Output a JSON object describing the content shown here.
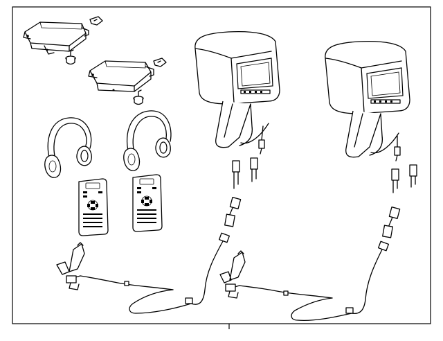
{
  "diagram": {
    "parts": [
      "dvd-player-module",
      "dvd-player-module",
      "mounting-bolt",
      "mounting-bolt",
      "retainer-clip",
      "retainer-clip",
      "wireless-headphones",
      "wireless-headphones",
      "remote-control",
      "remote-control",
      "headrest-monitor-assembly",
      "headrest-monitor-assembly",
      "wire-harness",
      "wire-harness",
      "headrest-guide",
      "harness-connector",
      "mounting-bracket"
    ]
  }
}
